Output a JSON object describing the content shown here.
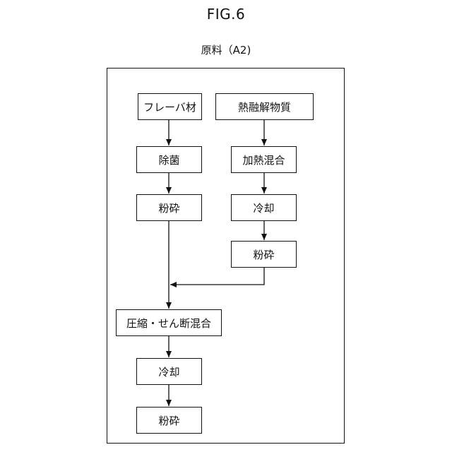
{
  "figure": {
    "title": "FIG.6",
    "subtitle": "原料（A2)"
  },
  "left_column": {
    "flake": "フレーバ材",
    "sterilize": "除菌",
    "grind": "粉砕"
  },
  "right_column": {
    "hotmelt": "熱融解物質",
    "heat_mix": "加熱混合",
    "cool": "冷却",
    "grind": "粉砕"
  },
  "merged": {
    "compress_mix": "圧縮・せん断混合",
    "cool": "冷却",
    "grind": "粉砕"
  }
}
